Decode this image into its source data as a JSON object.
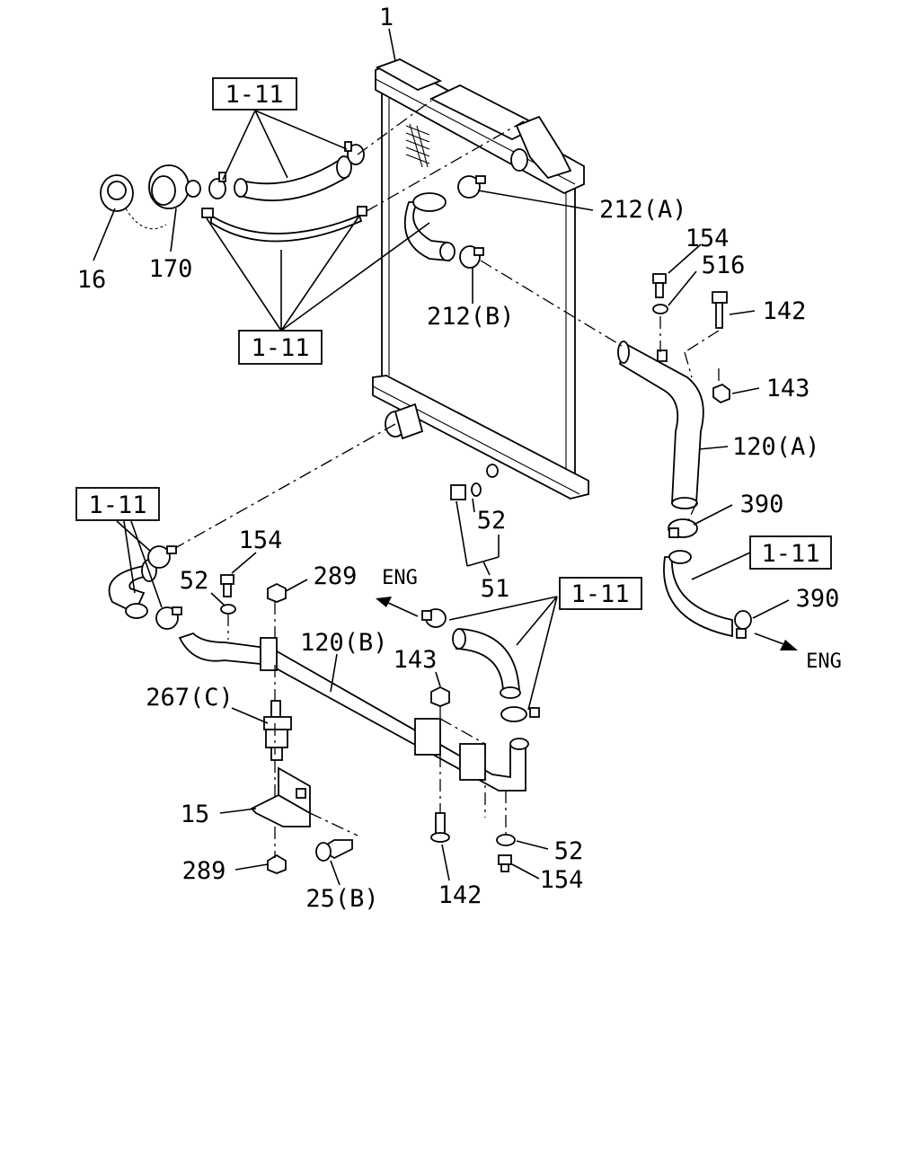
{
  "labels": {
    "p1": "1",
    "p16": "16",
    "p170": "170",
    "p212a": "212(A)",
    "p212b": "212(B)",
    "p154_top": "154",
    "p516": "516",
    "p142_top": "142",
    "p143_right": "143",
    "p120a": "120(A)",
    "p390_top": "390",
    "p390_bottom": "390",
    "p52_mid": "52",
    "p51": "51",
    "p154_left": "154",
    "p52_left": "52",
    "p289_top": "289",
    "p120b": "120(B)",
    "p143_mid": "143",
    "p267c": "267(C)",
    "p15": "15",
    "p289_bottom": "289",
    "p25b": "25(B)",
    "p142_bottom": "142",
    "p52_bottom": "52",
    "p154_bottom": "154",
    "eng_left": "ENG",
    "eng_right": "ENG"
  },
  "refs": {
    "ref_top_left": "1-11",
    "ref_mid_left": "1-11",
    "ref_left": "1-11",
    "ref_right": "1-11",
    "ref_bottom_center": "1-11"
  }
}
